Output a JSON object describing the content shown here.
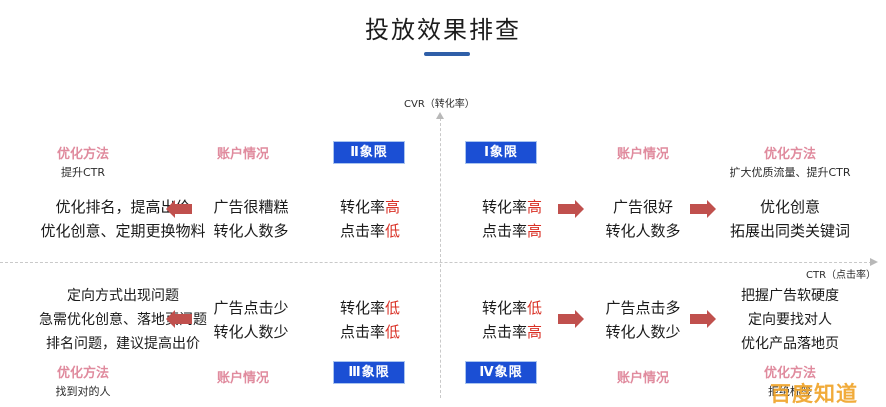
{
  "title": "投放效果排查",
  "axes": {
    "y_label": "CVR（转化率）",
    "x_label": "CTR（点击率）"
  },
  "quadrants": {
    "q1": {
      "badge": "Ⅰ象限",
      "core_line1_text": "转化率",
      "core_line1_flag": "高",
      "core_line2_text": "点击率",
      "core_line2_flag": "高",
      "account_header": "账户情况",
      "account_line1": "广告很好",
      "account_line2": "转化人数多",
      "method_header": "优化方法",
      "method_sub": "扩大优质流量、提升CTR",
      "method_line1": "优化创意",
      "method_line2": "拓展出同类关键词"
    },
    "q2": {
      "badge": "Ⅱ象限",
      "core_line1_text": "转化率",
      "core_line1_flag": "高",
      "core_line2_text": "点击率",
      "core_line2_flag": "低",
      "account_header": "账户情况",
      "account_line1": "广告很糟糕",
      "account_line2": "转化人数多",
      "method_header": "优化方法",
      "method_sub": "提升CTR",
      "method_line1": "优化排名，提高出价",
      "method_line2": "优化创意、定期更换物料"
    },
    "q3": {
      "badge": "Ⅲ象限",
      "core_line1_text": "转化率",
      "core_line1_flag": "低",
      "core_line2_text": "点击率",
      "core_line2_flag": "低",
      "account_header": "账户情况",
      "account_line1": "广告点击少",
      "account_line2": "转化人数少",
      "method_header": "优化方法",
      "method_sub": "找到对的人",
      "method_line1": "定向方式出现问题",
      "method_line2": "急需优化创意、落地页问题",
      "method_line3": "排名问题，建议提高出价"
    },
    "q4": {
      "badge": "Ⅳ象限",
      "core_line1_text": "转化率",
      "core_line1_flag": "低",
      "core_line2_text": "点击率",
      "core_line2_flag": "高",
      "account_header": "账户情况",
      "account_line1": "广告点击多",
      "account_line2": "转化人数少",
      "method_header": "优化方法",
      "method_sub": "拒绝标签",
      "method_line1": "把握广告软硬度",
      "method_line2": "定向要找对人",
      "method_line3": "优化产品落地页"
    }
  },
  "watermark": "百度知道",
  "colors": {
    "badge_blue": "#1b4fd4",
    "header_pink": "#e08b9e",
    "flag_red": "#d93025",
    "arrow_red": "#c0504d",
    "title_rule": "#2f5fa8",
    "watermark": "#f0a42a"
  }
}
